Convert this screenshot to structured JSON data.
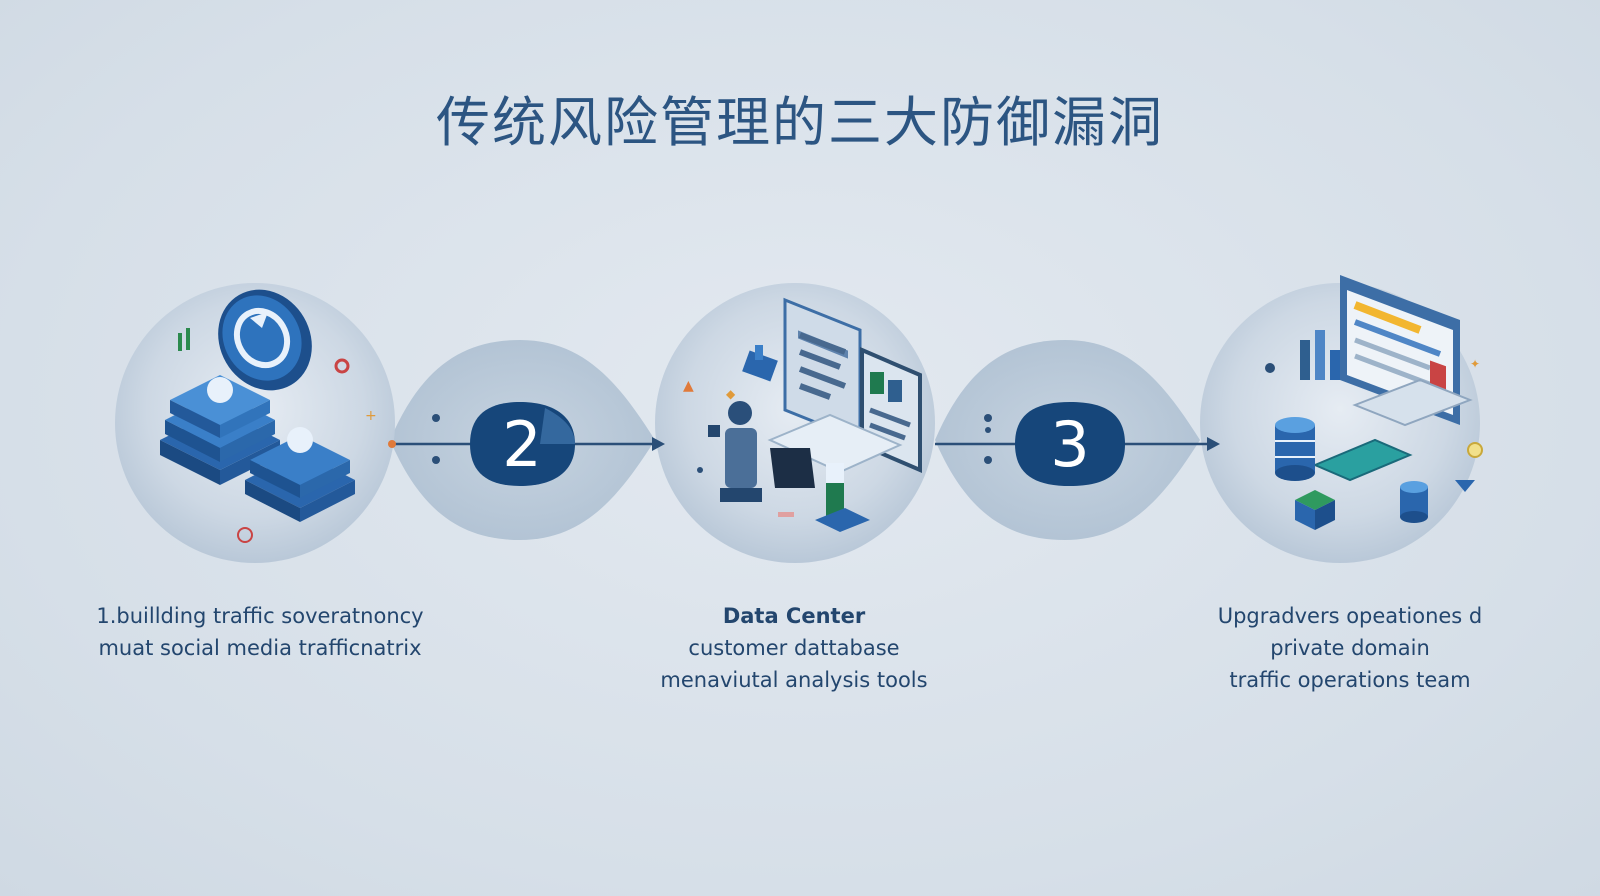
{
  "title": "传统风险管理的三大防御漏洞",
  "steps": [
    {
      "lines": [
        "1.buillding traffic soveratnoncy",
        "muat social media trafficnatrix"
      ]
    },
    {
      "number": "2",
      "heading": "Data Center",
      "lines": [
        "customer dattabase",
        "menaviutal analysis tools"
      ]
    },
    {
      "number": "3",
      "lines": [
        "Upgradvers opeationes d",
        "private domain",
        "traffic operations team"
      ]
    }
  ],
  "colors": {
    "background": "#d9e2eb",
    "title": "#2c5582",
    "node_dark": "#16467a",
    "circle": "#c3d0de",
    "accent": "#2f6db5"
  },
  "icons": [
    "server-stack-icon",
    "refresh-shield-icon",
    "monitor-dashboard-icon",
    "robot-worker-icon",
    "database-icon",
    "laptop-analytics-icon"
  ]
}
